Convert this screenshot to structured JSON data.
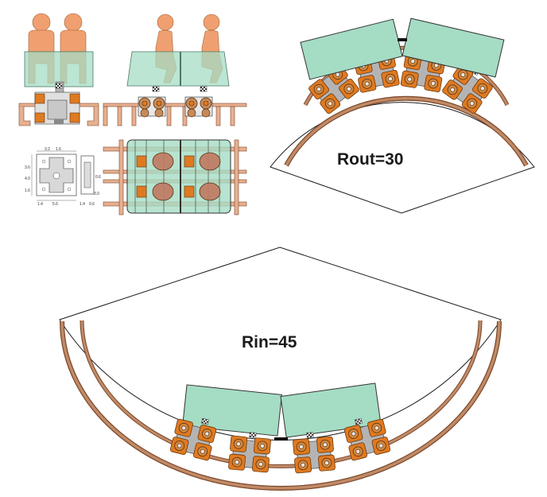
{
  "labels": {
    "rout": "Rout=30",
    "rin": "Rin=45"
  },
  "dimensions": {
    "top_a": "3.2",
    "top_b": "1.6",
    "left_a": "3.6",
    "left_b": "4.0",
    "left_c": "1.6",
    "right_a": "0.6",
    "right_b": "3.0",
    "bottom_a": "1.4",
    "bottom_b": "5.6",
    "bottom_c": "1.4",
    "bottom_d": "0.6"
  },
  "colors": {
    "rail": "#b8744a",
    "rail_dark": "#7a4528",
    "car_body": "#a5dcc4",
    "passenger": "#f0a070",
    "bogie_orange": "#e07a20",
    "bogie_grey": "#b4b4b4",
    "wheel_brown": "#c07860"
  }
}
